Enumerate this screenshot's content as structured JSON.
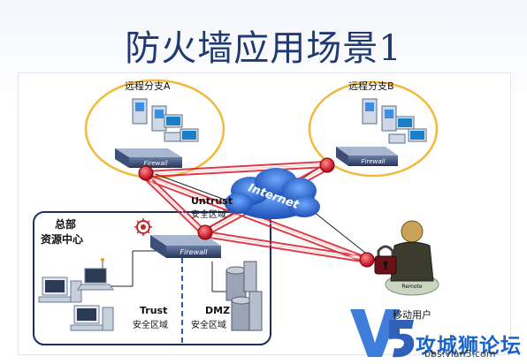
{
  "title": "防火墙应用场景1",
  "labels": {
    "branch_a": "远程分支A",
    "branch_b": "远程分支B",
    "untrust": "Untrust",
    "untrust_zone": "安全区域",
    "hq_line1": "总部",
    "hq_line2": "资源中心",
    "trust": "Trust",
    "trust_zone": "安全区域",
    "dmz": "DMZ",
    "dmz_zone": "安全区域",
    "mobile_user": "移动用户",
    "internet": "Internet",
    "firewall": "Firewall",
    "remote": "Remote"
  },
  "watermark": {
    "text": "攻城狮论坛",
    "url": "bbs.vlan5.com"
  },
  "colors": {
    "title": "#1f3a73",
    "branch_ellipse": "#f2b93a",
    "tunnel": "#d81b2a",
    "hq_border": "#1c2f63",
    "cloud": "#2d6ad8"
  }
}
